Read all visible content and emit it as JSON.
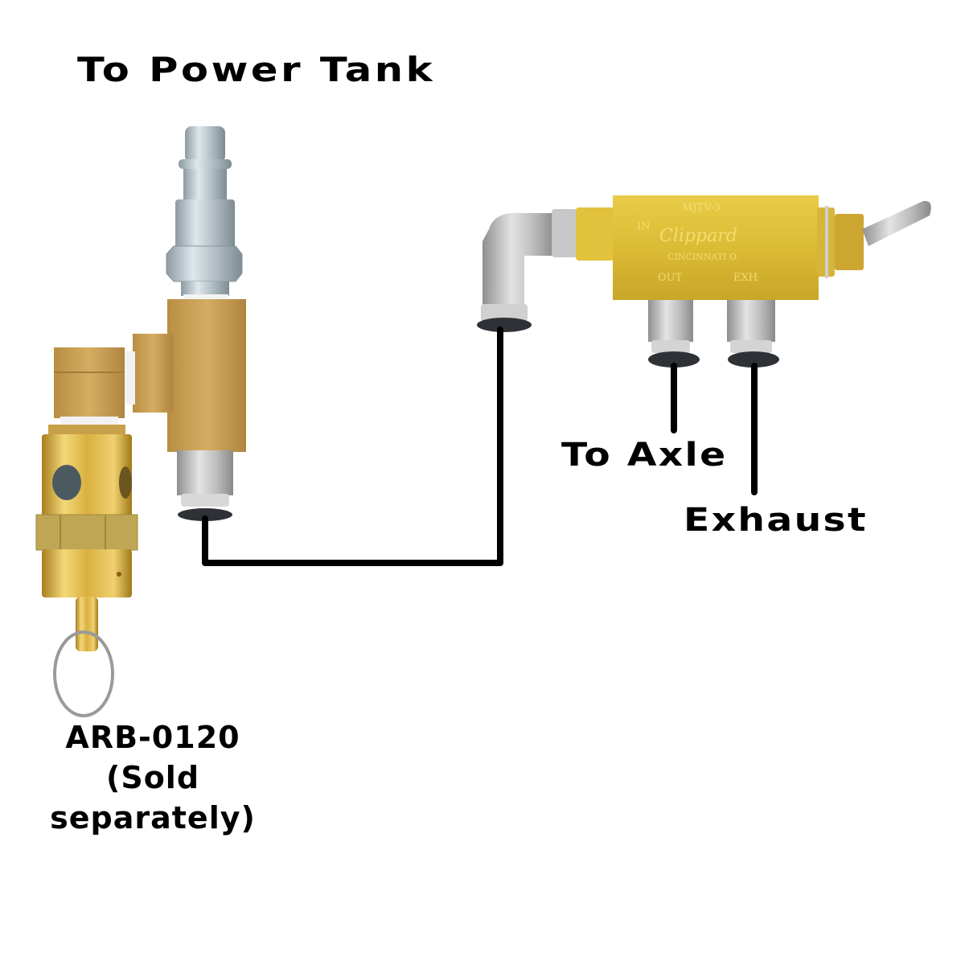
{
  "diagram": {
    "title": "To Power Tank",
    "callouts": {
      "axle": "To Axle",
      "exhaust": "Exhaust"
    },
    "part_label": {
      "line1": "ARB-0120",
      "line2": "(Sold",
      "line3": "separately)"
    },
    "valve_markings": {
      "model": "MJTV-3",
      "in": "IN",
      "brand": "Clippard",
      "city": "CINCINNATI O.",
      "out": "OUT",
      "exh": "EXH"
    },
    "components": [
      "quick-connect-plug",
      "brass-tee-fitting",
      "safety-relief-valve",
      "push-to-connect-fitting",
      "elbow-fitting",
      "toggle-valve",
      "axle-port-fitting",
      "exhaust-port-fitting"
    ],
    "colors": {
      "brass": "#c9a04a",
      "brass_dark": "#9a7530",
      "bright_brass": "#e6c23a",
      "steel": "#b9c4cc",
      "nickel": "#c8c8c8",
      "collet": "#2e3236",
      "line": "#000000"
    }
  }
}
